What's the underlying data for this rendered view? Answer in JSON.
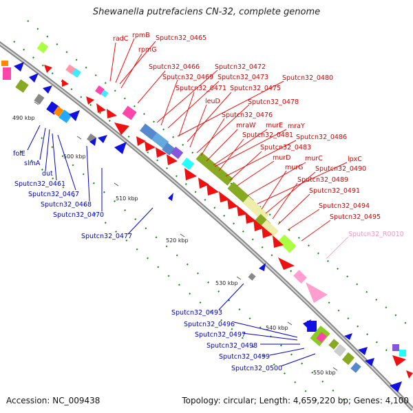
{
  "title": "Shewanella putrefaciens CN-32, complete genome",
  "footer": {
    "accession": "Accession: NC_009438",
    "topology": "Topology: circular; Length: 4,659,220 bp; Genes: 4,100"
  },
  "scale_marks": [
    {
      "id": "tick-490",
      "label": "490 kbp"
    },
    {
      "id": "tick-500",
      "label": "500 kbp"
    },
    {
      "id": "tick-510",
      "label": "510 kbp"
    },
    {
      "id": "tick-520",
      "label": "520 kbp"
    },
    {
      "id": "tick-530",
      "label": "530 kbp"
    },
    {
      "id": "tick-540",
      "label": "540 kbp"
    },
    {
      "id": "tick-550",
      "label": "550 kbp"
    }
  ],
  "labels_forward": [
    "radC",
    "rpmB",
    "Sputcn32_0465",
    "rpmG",
    "Sputcn32_0466",
    "Sputcn32_0472",
    "Sputcn32_0469",
    "Sputcn32_0473",
    "Sputcn32_0480",
    "Sputcn32_0471",
    "Sputcn32_0475",
    "leuD",
    "Sputcn32_0478",
    "Sputcn32_0476",
    "mraW",
    "murE",
    "mraY",
    "Sputcn32_0481",
    "Sputcn32_0486",
    "Sputcn32_0483",
    "murD",
    "murC",
    "lpxC",
    "murG",
    "Sputcn32_0490",
    "Sputcn32_0489",
    "Sputcn32_0491",
    "Sputcn32_0494",
    "Sputcn32_0495"
  ],
  "labels_reverse": [
    "folE",
    "slmA",
    "dut",
    "Sputcn32_0461",
    "Sputcn32_0467",
    "Sputcn32_0468",
    "Sputcn32_0470",
    "Sputcn32_0477",
    "Sputcn32_0493",
    "Sputcn32_0496",
    "Sputcn32_0497",
    "Sputcn32_0498",
    "Sputcn32_0499",
    "Sputcn32_0500"
  ],
  "labels_rna": [
    "Sputcn32_R0010"
  ],
  "colors": {
    "forward_cds": "#ee1111",
    "reverse_cds": "#1010e0",
    "rna": "#ff9ecf",
    "backbone": "#9a9a9a",
    "gc_dots": "#1a8a1a"
  }
}
